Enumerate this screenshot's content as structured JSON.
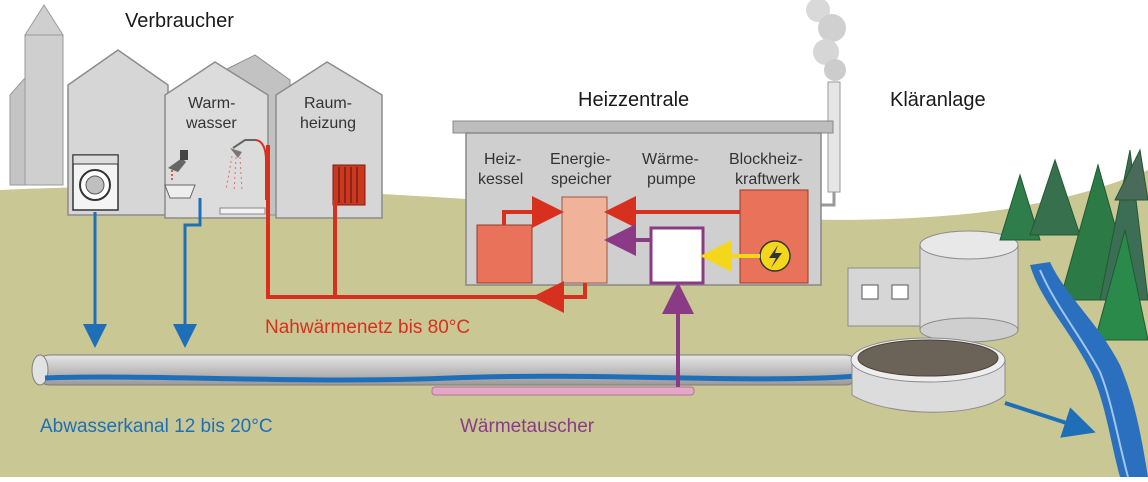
{
  "labels": {
    "consumers": "Verbraucher",
    "hot_water_1": "Warm-",
    "hot_water_2": "wasser",
    "room_heating_1": "Raum-",
    "room_heating_2": "heizung",
    "heating_center": "Heizzentrale",
    "treatment_plant": "Kläranlage",
    "boiler_1": "Heiz-",
    "boiler_2": "kessel",
    "storage_1": "Energie-",
    "storage_2": "speicher",
    "heat_pump_1": "Wärme-",
    "heat_pump_2": "pumpe",
    "chp_1": "Blockheiz-",
    "chp_2": "kraftwerk",
    "heat_network": "Nahwärmenetz bis 80°C",
    "sewer": "Abwasserkanal 12 bis 20°C",
    "heat_exchanger": "Wärmetauscher"
  },
  "colors": {
    "heat_line": "#d7301f",
    "sewer_line": "#1f6fb8",
    "exchanger_line": "#8b3b86",
    "electricity": "#f4d71a",
    "ground": "#c9c793",
    "building": "#d2d2d2",
    "forest": "#2f7d4a"
  },
  "icons": [
    "washing-machine-icon",
    "faucet-icon",
    "shower-icon",
    "radiator-icon",
    "lightning-icon",
    "smoke-icon",
    "tree-icon"
  ]
}
